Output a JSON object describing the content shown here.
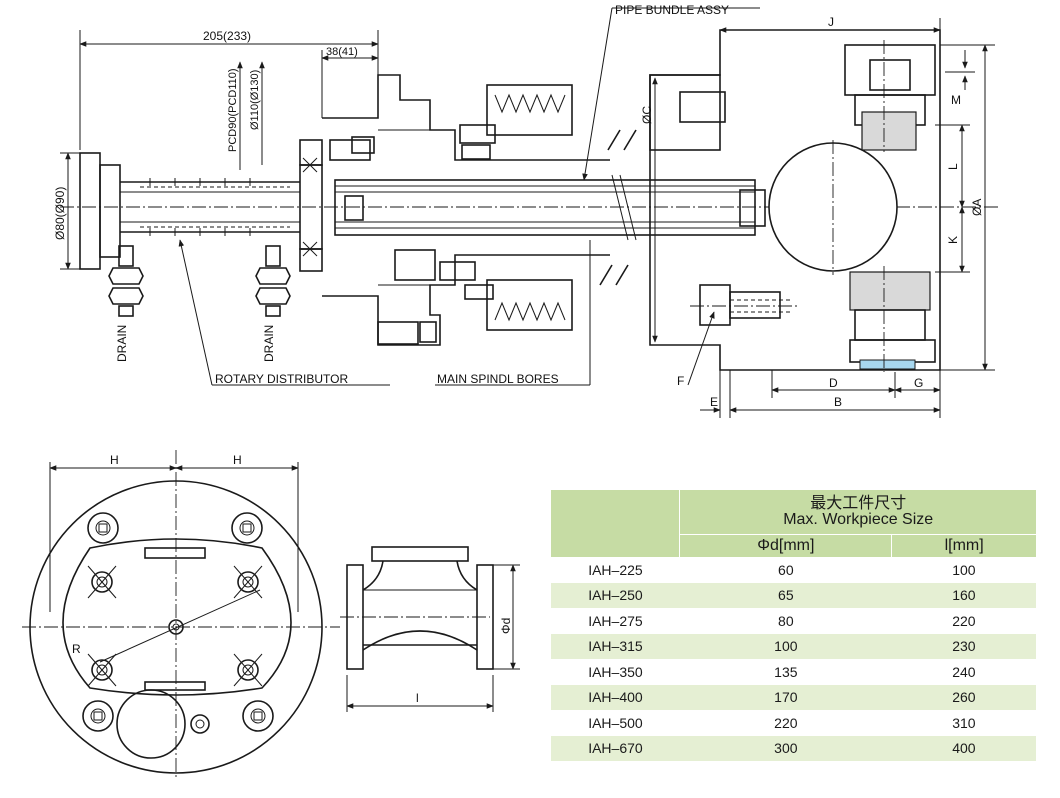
{
  "labels": {
    "pipe_bundle": "PIPE BUNDLE ASSY",
    "rotary_distributor": "ROTARY DISTRIBUTOR",
    "main_spindle_bores": "MAIN SPINDL BORES",
    "drain": "DRAIN",
    "dim_205": "205(233)",
    "dim_38": "38(41)",
    "pcd": "PCD90(PCD110)",
    "d110": "Ø110(Ø130)",
    "d80": "Ø80(Ø90)",
    "oc": "ØC",
    "oa": "ØA",
    "j": "J",
    "m": "M",
    "l": "L",
    "k": "K",
    "d": "D",
    "b": "B",
    "g": "G",
    "e": "E",
    "f": "F",
    "h": "H",
    "r": "R",
    "phi_d": "Φd",
    "l_small": "l"
  },
  "table": {
    "header_cn": "最大工件尺寸",
    "header_en": "Max. Workpiece Size",
    "col_d": "Φd[mm]",
    "col_l": "l[mm]",
    "rows": [
      {
        "model": "IAH–225",
        "d": "60",
        "l": "100"
      },
      {
        "model": "IAH–250",
        "d": "65",
        "l": "160"
      },
      {
        "model": "IAH–275",
        "d": "80",
        "l": "220"
      },
      {
        "model": "IAH–315",
        "d": "100",
        "l": "230"
      },
      {
        "model": "IAH–350",
        "d": "135",
        "l": "240"
      },
      {
        "model": "IAH–400",
        "d": "170",
        "l": "260"
      },
      {
        "model": "IAH–500",
        "d": "220",
        "l": "310"
      },
      {
        "model": "IAH–670",
        "d": "300",
        "l": "400"
      }
    ]
  }
}
